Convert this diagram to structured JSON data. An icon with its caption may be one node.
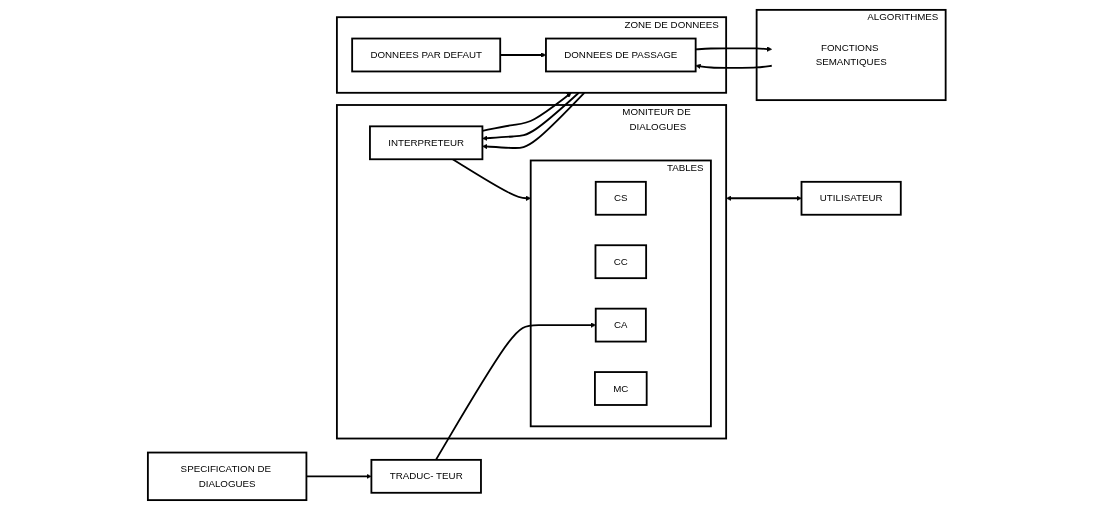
{
  "diagram": {
    "nodes": [
      {
        "text": [
          "SPECIFICATION DE DIALOGUES"
        ]
      },
      {
        "text": [
          "TRADUC- TEUR"
        ]
      },
      {
        "text": [
          "MONITEUR DE DIALOGUES"
        ]
      },
      {
        "text": [
          "TABLES"
        ],
        "in": 2
      },
      {
        "text": [
          "CS"
        ],
        "in": 3
      },
      {
        "text": [
          "CC"
        ],
        "in": 3
      },
      {
        "text": [
          "CA"
        ],
        "in": 3
      },
      {
        "text": [
          "MC"
        ],
        "in": 3
      },
      {
        "text": [
          "INTERPRETEUR"
        ],
        "in": 2
      },
      {
        "text": [
          "ZONE DE DONNEES"
        ]
      },
      {
        "text": [
          "DONNEES DE PASSAGE"
        ],
        "in": 9
      },
      {
        "text": [
          "DONNEES PAR DEFAUT"
        ],
        "in": 9
      },
      {
        "text": [
          "ALGORITHMES"
        ]
      },
      {
        "text": [
          "FONCTIONS SEMANTIQUES"
        ],
        "in": 12
      },
      {
        "text": [
          "UTILISATEUR"
        ]
      }
    ],
    "edges": [
      {
        "from": 0,
        "to": 1,
        "arrow": "to"
      },
      {
        "from": 1,
        "to": 6,
        "arrow": "to"
      },
      {
        "from": 8,
        "to": 3,
        "arrow": "to"
      },
      {
        "from": 9,
        "to": 8,
        "arrow": "to"
      },
      {
        "from": 8,
        "to": 9,
        "arrow": "to"
      },
      {
        "from": 9,
        "to": 8,
        "arrow": "to"
      },
      {
        "from": 11,
        "to": 10,
        "arrow": "to"
      },
      {
        "from": 10,
        "to": 13,
        "arrow": "to"
      },
      {
        "from": 13,
        "to": 10,
        "arrow": "to"
      },
      {
        "from": 2,
        "to": 14,
        "arrow": "both"
      }
    ]
  }
}
